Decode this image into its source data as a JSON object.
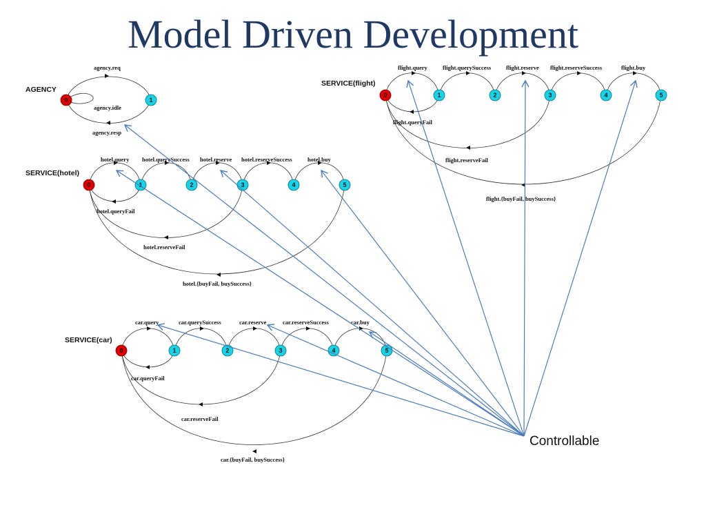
{
  "title": "Model Driven Development",
  "colors": {
    "initial_state": "#e00000",
    "state": "#16d4e8",
    "arrow": "#4a7bbf",
    "edge": "#333333",
    "title": "#1f3864"
  },
  "controllable_label": "Controllable",
  "agency": {
    "name": "AGENCY",
    "states": [
      "0",
      "1"
    ],
    "transitions": {
      "req": "agency.req",
      "idle": "agency.idle",
      "resp": "agency.resp"
    }
  },
  "hotel": {
    "name": "SERVICE(hotel)",
    "states": [
      "0",
      "1",
      "2",
      "3",
      "4",
      "5"
    ],
    "transitions": {
      "query": "hotel.query",
      "querySuccess": "hotel.querySuccess",
      "reserve": "hotel.reserve",
      "reserveSuccess": "hotel.reserveSuccess",
      "buy": "hotel.buy",
      "queryFail": "hotel.queryFail",
      "reserveFail": "hotel.reserveFail",
      "buyResult": "hotel.{buyFail, buySuccess}"
    }
  },
  "flight": {
    "name": "SERVICE(flight)",
    "states": [
      "0",
      "1",
      "2",
      "3",
      "4",
      "5"
    ],
    "transitions": {
      "query": "flight.query",
      "querySuccess": "flight.querySuccess",
      "reserve": "flight.reserve",
      "reserveSuccess": "flight.reserveSuccess",
      "buy": "flight.buy",
      "queryFail": "flight.queryFail",
      "reserveFail": "flight.reserveFail",
      "buyResult": "flight.{buyFail, buySuccess}"
    }
  },
  "car": {
    "name": "SERVICE(car)",
    "states": [
      "0",
      "1",
      "2",
      "3",
      "4",
      "5"
    ],
    "transitions": {
      "query": "car.query",
      "querySuccess": "car.querySuccess",
      "reserve": "car.reserve",
      "reserveSuccess": "car.reserveSuccess",
      "buy": "car.buy",
      "queryFail": "car.queryFail",
      "reserveFail": "car.reserveFail",
      "buyResult": "car.{buyFail, buySuccess}"
    }
  }
}
